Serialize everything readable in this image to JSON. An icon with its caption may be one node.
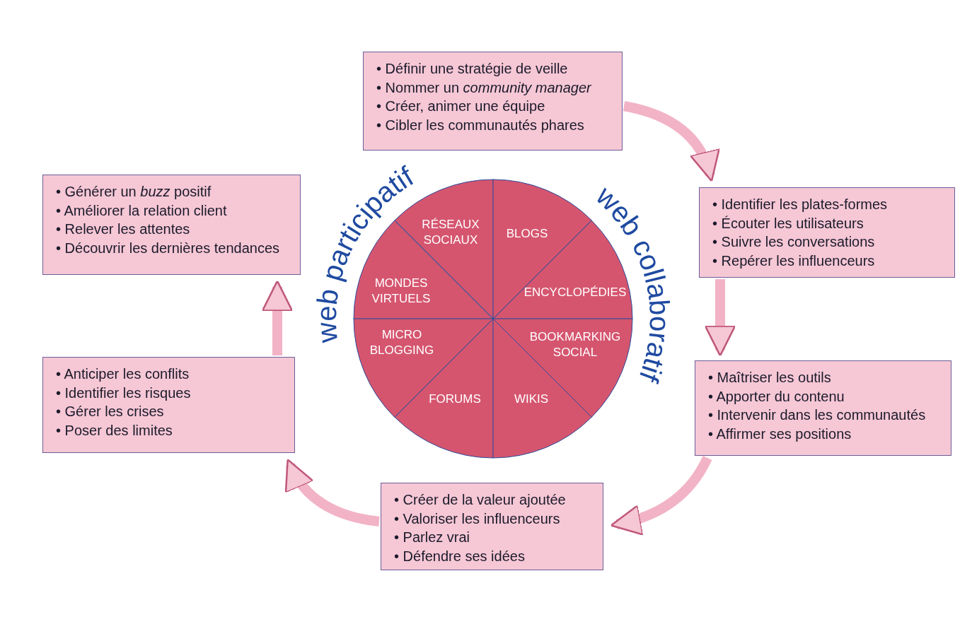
{
  "diagram": {
    "nodes": [
      {
        "text": [
          "• Définir une stratégie de veille",
          "• Nommer un *community manager*",
          "• Créer, animer une équipe",
          "• Cibler les communautés phares"
        ]
      },
      {
        "text": [
          "• Identifier les plates-formes",
          "• Écouter les utilisateurs",
          "• Suivre les conversations",
          "• Repérer les influenceurs"
        ]
      },
      {
        "text": [
          "• Maîtriser les outils",
          "• Apporter du contenu",
          "• Intervenir dans les communautés",
          "• Affirmer ses positions"
        ]
      },
      {
        "text": [
          "• Créer de la valeur ajoutée",
          "• Valoriser les influenceurs",
          "• Parlez vrai",
          "• Défendre ses idées"
        ]
      },
      {
        "text": [
          "• Anticiper les conflits",
          "• Identifier les risques",
          "• Gérer les crises",
          "• Poser des limites"
        ]
      },
      {
        "text": [
          "• Générer un *buzz* positif",
          "• Améliorer la relation client",
          "• Relever les attentes",
          "• Découvrir les dernières tendances"
        ]
      },
      {
        "text": [
          "RÉSEAUX SOCIAUX"
        ]
      },
      {
        "text": [
          "BLOGS"
        ]
      },
      {
        "text": [
          "MONDES VIRTUELS"
        ]
      },
      {
        "text": [
          "ENCYCLOPÉDIES"
        ]
      },
      {
        "text": [
          "MICRO BLOGGING"
        ]
      },
      {
        "text": [
          "BOOKMARKING SOCIAL"
        ]
      },
      {
        "text": [
          "FORUMS"
        ]
      },
      {
        "text": [
          "WIKIS"
        ]
      }
    ],
    "edges": [
      {
        "from": 0,
        "to": 1,
        "arrow": "to"
      },
      {
        "from": 1,
        "to": 2,
        "arrow": "to"
      },
      {
        "from": 2,
        "to": 3,
        "arrow": "to"
      },
      {
        "from": 3,
        "to": 4,
        "arrow": "to"
      },
      {
        "from": 4,
        "to": 5,
        "arrow": "to"
      }
    ],
    "labels": [
      "web participatif",
      "web collaboratif"
    ]
  }
}
